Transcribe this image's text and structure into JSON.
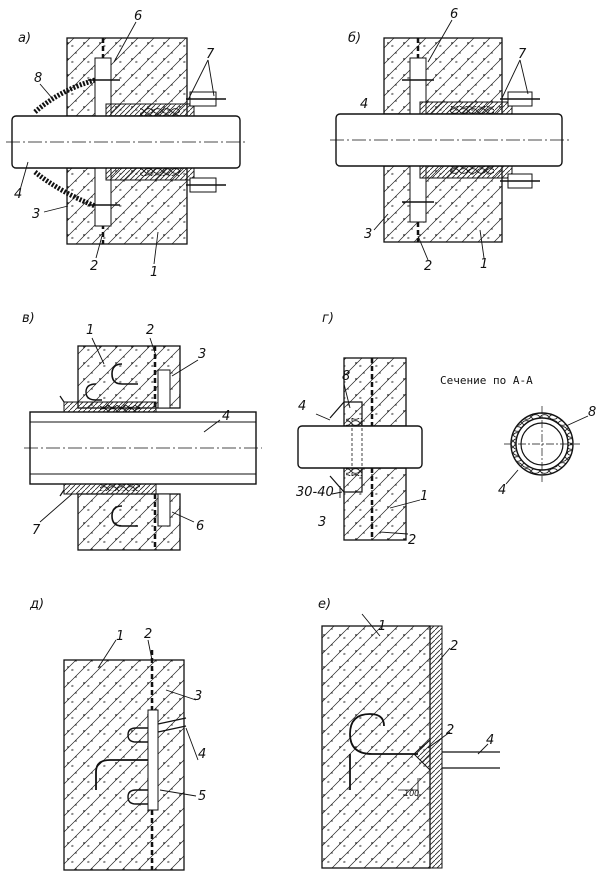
{
  "panels": {
    "a": {
      "letter": "а)",
      "callouts": [
        "6",
        "7",
        "8",
        "4",
        "3",
        "2",
        "1"
      ]
    },
    "b": {
      "letter": "б)",
      "callouts": [
        "6",
        "7",
        "4",
        "3",
        "2",
        "1"
      ]
    },
    "v": {
      "letter": "в)",
      "callouts": [
        "1",
        "2",
        "3",
        "4",
        "7",
        "6"
      ]
    },
    "g": {
      "letter": "г)",
      "callouts": [
        "8",
        "4",
        "30-40",
        "3",
        "1",
        "2"
      ]
    },
    "section": {
      "caption": "Сечение по А-А",
      "callouts": [
        "8",
        "4"
      ]
    },
    "d": {
      "letter": "д)",
      "callouts": [
        "1",
        "2",
        "3",
        "4",
        "5"
      ]
    },
    "e": {
      "letter": "е)",
      "callouts": [
        "1",
        "2",
        "2",
        "4"
      ],
      "dimension": "100"
    }
  },
  "colors": {
    "ink": "#111111",
    "paper": "#ffffff"
  }
}
